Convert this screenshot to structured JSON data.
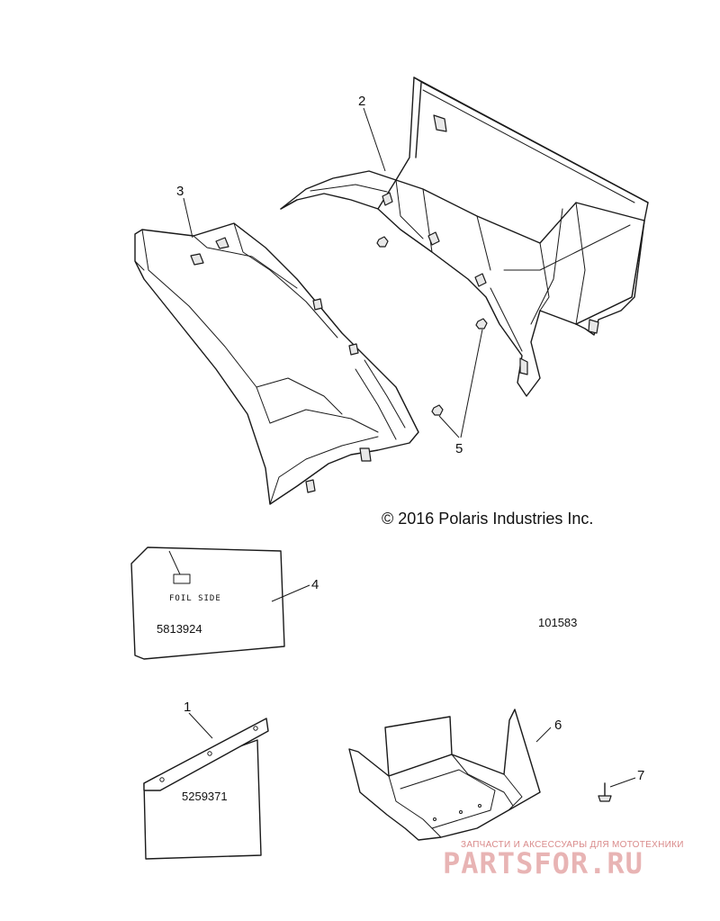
{
  "callouts": {
    "c1": "1",
    "c2": "2",
    "c3": "3",
    "c4": "4",
    "c5": "5",
    "c6": "6",
    "c7": "7"
  },
  "labels": {
    "foil_side": "FOIL SIDE",
    "part_4_number": "5813924",
    "part_1_number": "5259371"
  },
  "copyright": "© 2016 Polaris Industries Inc.",
  "diagram_number": "101583",
  "watermark": {
    "tagline": "ЗАПЧАСТИ И АКСЕССУАРЫ ДЛЯ МОТОТЕХНИКИ",
    "brand": "PARTSFOR.RU"
  }
}
